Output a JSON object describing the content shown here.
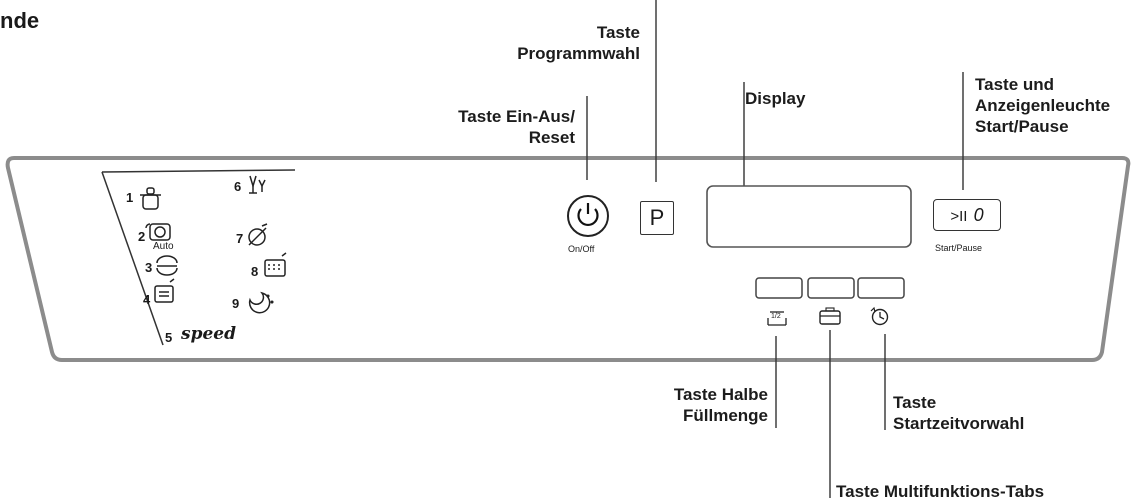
{
  "heading": "nde",
  "callouts": {
    "taste_programmwahl": "Taste\nProgrammwahl",
    "display": "Display",
    "taste_ein_aus": "Taste Ein-Aus/\nReset",
    "start_pause": "Taste und\nAnzeigenleuchte\nStart/Pause",
    "halbe_fuellmenge": "Taste Halbe\nFüllmenge",
    "startzeitvorwahl": "Taste\nStartzeitvorwahl",
    "multifunktions_tabs": "Taste Multifunktions-Tabs"
  },
  "panel": {
    "power_symbol": "⏻",
    "power_label": "On/Off",
    "program_button_label": "P",
    "start_pause_symbol": ">II",
    "start_pause_digit": "0",
    "start_pause_label": "Start/Pause",
    "half_load_icon_text": "1/2"
  },
  "programs": [
    {
      "num": "1",
      "icon": "pot-icon"
    },
    {
      "num": "2",
      "icon": "auto-icon",
      "sub": "Auto"
    },
    {
      "num": "3",
      "icon": "eco-icon"
    },
    {
      "num": "4",
      "icon": "daily-icon"
    },
    {
      "num": "5",
      "icon": "speed-icon",
      "text": "speed"
    },
    {
      "num": "6",
      "icon": "glass-icon"
    },
    {
      "num": "7",
      "icon": "rapid-icon"
    },
    {
      "num": "8",
      "icon": "prewash-icon"
    },
    {
      "num": "9",
      "icon": "night-icon"
    }
  ]
}
